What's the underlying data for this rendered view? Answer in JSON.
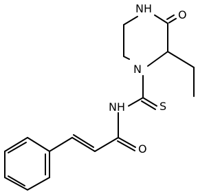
{
  "molecule": {
    "atoms": {
      "nh_ring": "NH",
      "o_ring": "O",
      "n_ring": "N",
      "nh_amide": "NH",
      "s_thio": "S",
      "o_amide": "O"
    }
  }
}
